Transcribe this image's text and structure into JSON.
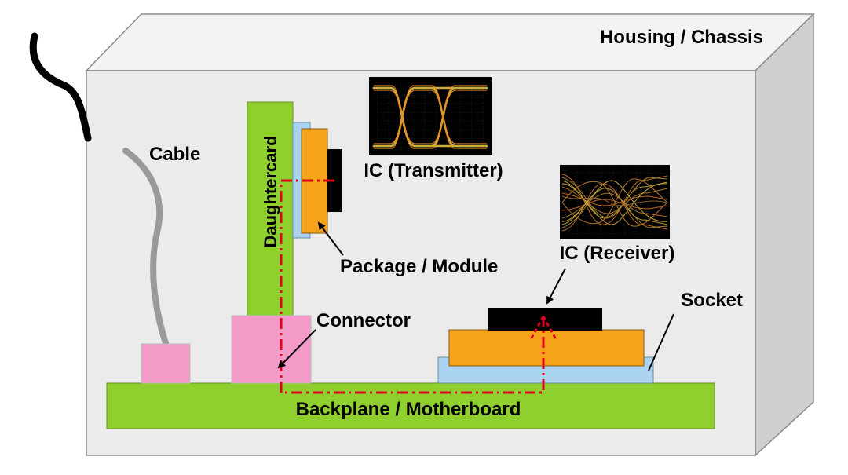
{
  "diagram": {
    "labels": {
      "housing": "Housing / Chassis",
      "cable": "Cable",
      "daughtercard": "Daughtercard",
      "ic_transmitter": "IC (Transmitter)",
      "ic_receiver": "IC (Receiver)",
      "package_module": "Package / Module",
      "socket": "Socket",
      "connector": "Connector",
      "backplane": "Backplane / Motherboard"
    },
    "colors": {
      "housing_front": "#ebebeb",
      "housing_top": "#f3f3f3",
      "housing_side": "#cfcfcf",
      "board_green": "#8fcf2e",
      "connector_pink": "#f49ac9",
      "package_orange": "#f7a21b",
      "substrate_blue": "#a9d3ef",
      "chip_black": "#000000",
      "signal_path_red": "#e0001a",
      "cable_gray": "#9a9a9a",
      "eye_gold": "#d8b840",
      "eye_orange": "#f08a1c"
    },
    "eye_diagrams": [
      {
        "name": "transmitter-eye",
        "quality": "open"
      },
      {
        "name": "receiver-eye",
        "quality": "degraded"
      }
    ]
  }
}
